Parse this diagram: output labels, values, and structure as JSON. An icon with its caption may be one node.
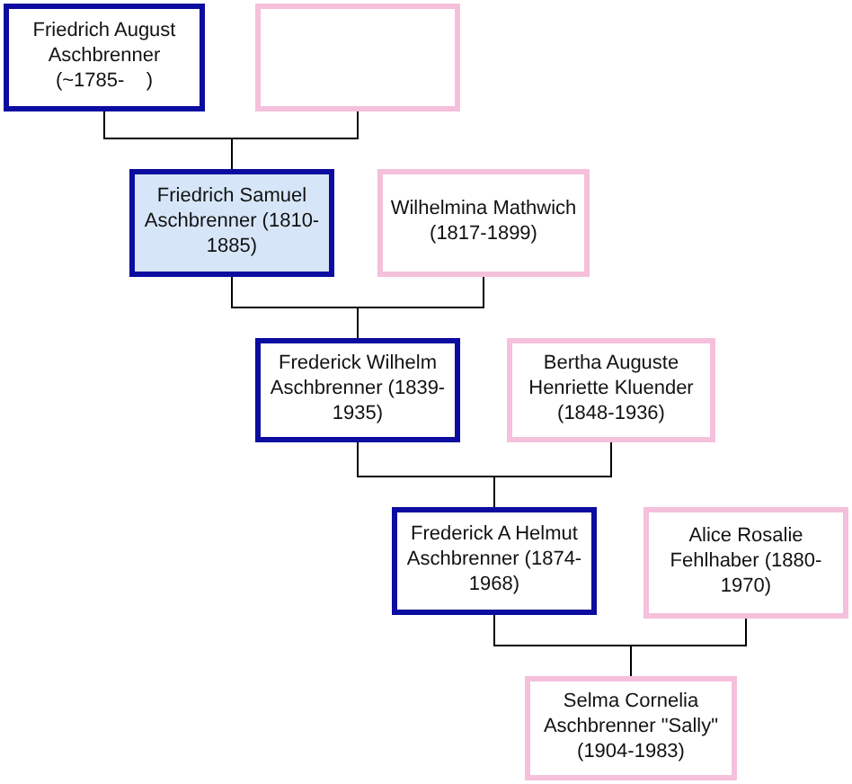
{
  "diagram": {
    "nodes": [
      {
        "text": [
          "Friedrich August Aschbrenner (~1785-    )"
        ]
      },
      {
        "text": [],
        "shape": "box"
      },
      {
        "text": [
          "Friedrich Samuel Aschbrenner (1810-1885)"
        ]
      },
      {
        "text": [
          "Wilhelmina Mathwich (1817-1899)"
        ]
      },
      {
        "text": [
          "Frederick Wilhelm Aschbrenner (1839-1935)"
        ]
      },
      {
        "text": [
          "Bertha Auguste Henriette Kluender (1848-1936)"
        ]
      },
      {
        "text": [
          "Frederick A Helmut Aschbrenner (1874-1968)"
        ]
      },
      {
        "text": [
          "Alice Rosalie Fehlhaber (1880-1970)"
        ]
      },
      {
        "text": [
          "Selma Cornelia Aschbrenner \"Sally\" (1904-1983)"
        ]
      }
    ],
    "edges": [
      {
        "from": 0,
        "to": 2,
        "arrow": "none"
      },
      {
        "from": 1,
        "to": 2,
        "arrow": "none"
      },
      {
        "from": 2,
        "to": 4,
        "arrow": "none"
      },
      {
        "from": 3,
        "to": 4,
        "arrow": "none"
      },
      {
        "from": 4,
        "to": 6,
        "arrow": "none"
      },
      {
        "from": 5,
        "to": 6,
        "arrow": "none"
      },
      {
        "from": 6,
        "to": 8,
        "arrow": "none"
      },
      {
        "from": 7,
        "to": 8,
        "arrow": "none"
      }
    ]
  }
}
